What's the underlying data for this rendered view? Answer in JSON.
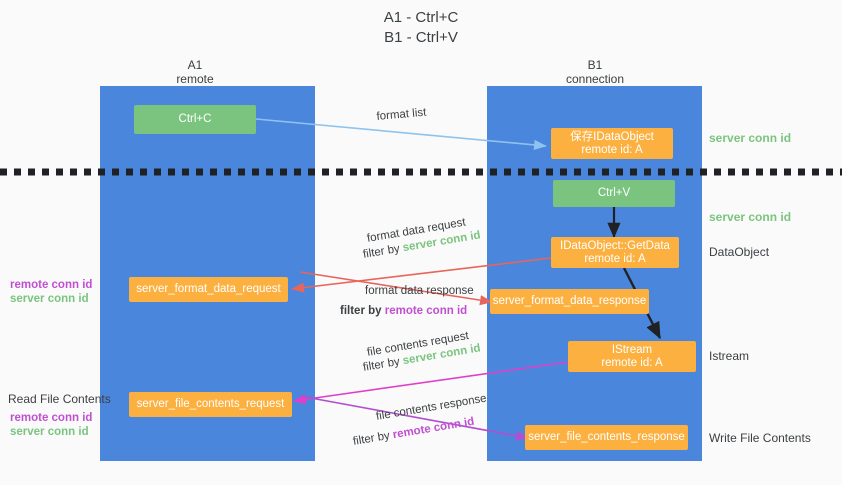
{
  "title": {
    "line1": "A1 - Ctrl+C",
    "line2": "B1 - Ctrl+V"
  },
  "columns": [
    {
      "name": "A1",
      "sub": "remote"
    },
    {
      "name": "B1",
      "sub": "connection"
    }
  ],
  "nodes": {
    "ctrl_c": "Ctrl+C",
    "ctrl_v": "Ctrl+V",
    "get_data_object": {
      "line1": "保存IDataObject",
      "line2": "remote id: A"
    },
    "idataobject_getdata": {
      "line1": "IDataObject::GetData",
      "line2": "remote id: A"
    },
    "istream": {
      "line1": "IStream",
      "line2": "remote id: A"
    },
    "server_format_data_request": "server_format_data_request",
    "server_format_data_response": "server_format_data_response",
    "server_file_contents_request": "server_file_contents_request",
    "server_file_contents_response": "server_file_contents_response"
  },
  "right_labels": {
    "server_conn_id_top": "server conn id",
    "server_conn_id_mid": "server conn id",
    "data_object": "DataObject",
    "istream": "Istream",
    "write_file_contents": "Write File Contents"
  },
  "left_labels": {
    "remote_conn_id_1": "remote conn id",
    "server_conn_id_1": "server conn id",
    "read_file_contents": "Read File Contents",
    "remote_conn_id_2": "remote conn id",
    "server_conn_id_2": "server conn id"
  },
  "edges": {
    "format_list": "format list",
    "format_data_request": "format data request",
    "format_data_request_filter_prefix": "filter by ",
    "format_data_request_filter_value": "server conn id",
    "format_data_response": "format data response",
    "format_data_response_filter_prefix": "filter by ",
    "format_data_response_filter_value": "remote conn id",
    "file_contents_request": "file contents request",
    "file_contents_request_filter_prefix": "filter by ",
    "file_contents_request_filter_value": "server conn id",
    "file_contents_response": "file contents response",
    "file_contents_response_filter_prefix": "filter by ",
    "file_contents_response_filter_value": "remote conn id"
  },
  "colors": {
    "lane": "#4a86dc",
    "green": "#7bc47f",
    "orange": "#fbb040",
    "arrow_blue": "#8ec3f0",
    "arrow_red": "#e8655a",
    "arrow_magenta": "#e040c8",
    "arrow_purple": "#b04fd0",
    "arrow_black": "#202124",
    "conn_green_text": "#7bc47f",
    "conn_purple_text": "#c050d0"
  }
}
